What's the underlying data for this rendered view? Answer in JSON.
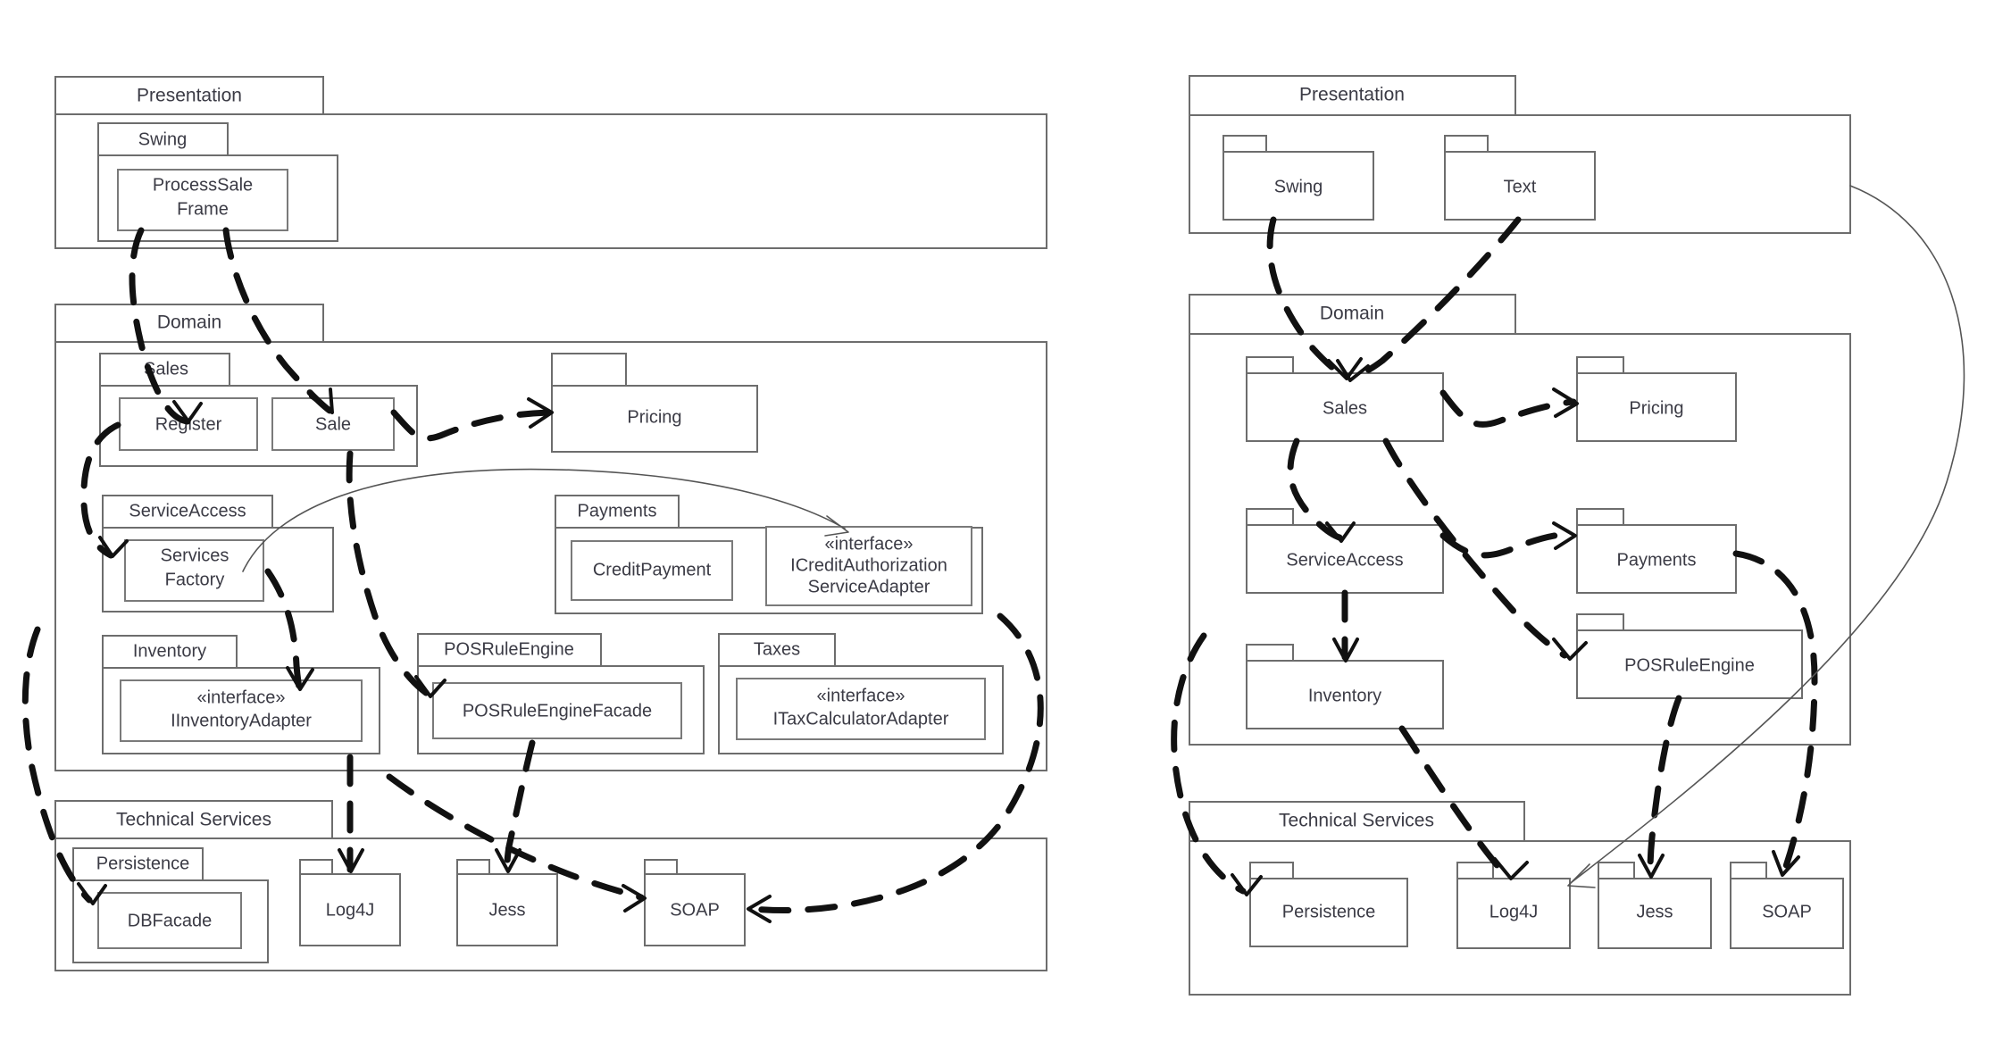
{
  "diagram": {
    "title": "Layered package diagram of a POS system (two notations)",
    "type": "uml-package-diagram",
    "colors": {
      "background": "#ffffff",
      "package_stroke": "#6d6d6d",
      "class_stroke": "#7a7a7a",
      "text": "#3b3b45",
      "dependency_bold": "#111111",
      "dependency_thin": "#555555"
    }
  },
  "left_diagram": {
    "name": "detailed-view",
    "packages": [
      {
        "id": "presentation",
        "label": "Presentation",
        "children": [
          {
            "id": "swing",
            "label": "Swing",
            "classes": [
              {
                "id": "processsaleframe",
                "label": "ProcessSale\nFrame",
                "line1": "ProcessSale",
                "line2": "Frame"
              }
            ]
          }
        ]
      },
      {
        "id": "domain",
        "label": "Domain",
        "children": [
          {
            "id": "sales",
            "label": "Sales",
            "classes": [
              {
                "id": "register",
                "label": "Register"
              },
              {
                "id": "sale",
                "label": "Sale"
              }
            ]
          },
          {
            "id": "pricing",
            "label": "Pricing",
            "classes": []
          },
          {
            "id": "serviceaccess",
            "label": "ServiceAccess",
            "classes": [
              {
                "id": "servicesfactory",
                "line1": "Services",
                "line2": "Factory"
              }
            ]
          },
          {
            "id": "payments",
            "label": "Payments",
            "classes": [
              {
                "id": "creditpayment",
                "label": "CreditPayment"
              },
              {
                "id": "icreditauth",
                "stereotype": "«interface»",
                "line1": "ICreditAuthorization",
                "line2": "ServiceAdapter"
              }
            ]
          },
          {
            "id": "inventory",
            "label": "Inventory",
            "classes": [
              {
                "id": "iinventoryadapter",
                "stereotype": "«interface»",
                "line1": "IInventoryAdapter"
              }
            ]
          },
          {
            "id": "posruleengine",
            "label": "POSRuleEngine",
            "classes": [
              {
                "id": "posruleenginefacade",
                "label": "POSRuleEngineFacade"
              }
            ]
          },
          {
            "id": "taxes",
            "label": "Taxes",
            "classes": [
              {
                "id": "itaxcalculatoradapter",
                "stereotype": "«interface»",
                "line1": "ITaxCalculatorAdapter"
              }
            ]
          }
        ]
      },
      {
        "id": "techservices",
        "label": "Technical Services",
        "children": [
          {
            "id": "persistence",
            "label": "Persistence",
            "classes": [
              {
                "id": "dbfacade",
                "label": "DBFacade"
              }
            ]
          },
          {
            "id": "log4j",
            "label": "Log4J",
            "classes": []
          },
          {
            "id": "jess",
            "label": "Jess",
            "classes": []
          },
          {
            "id": "soap",
            "label": "SOAP",
            "classes": []
          }
        ]
      }
    ],
    "dependencies": [
      {
        "from": "processsaleframe",
        "to": "register"
      },
      {
        "from": "processsaleframe",
        "to": "sale"
      },
      {
        "from": "sale",
        "to": "pricing"
      },
      {
        "from": "register",
        "to": "servicesfactory"
      },
      {
        "from": "servicesfactory",
        "to": "iinventoryadapter"
      },
      {
        "from": "sale",
        "to": "posruleenginefacade"
      },
      {
        "from": "iinventoryadapter",
        "to": "log4j"
      },
      {
        "from": "posruleenginefacade",
        "to": "jess"
      },
      {
        "from": "sale",
        "to": "soap"
      },
      {
        "from": "register",
        "to": "dbfacade"
      },
      {
        "from": "taxes",
        "to": "soap"
      },
      {
        "from": "servicesfactory",
        "to": "icreditauth",
        "style": "thin"
      }
    ]
  },
  "right_diagram": {
    "name": "package-only-view",
    "packages": [
      {
        "id": "r-presentation",
        "label": "Presentation",
        "children": [
          {
            "id": "r-swing",
            "label": "Swing"
          },
          {
            "id": "r-text",
            "label": "Text"
          }
        ]
      },
      {
        "id": "r-domain",
        "label": "Domain",
        "children": [
          {
            "id": "r-sales",
            "label": "Sales"
          },
          {
            "id": "r-pricing",
            "label": "Pricing"
          },
          {
            "id": "r-serviceaccess",
            "label": "ServiceAccess"
          },
          {
            "id": "r-payments",
            "label": "Payments"
          },
          {
            "id": "r-posruleengine",
            "label": "POSRuleEngine"
          },
          {
            "id": "r-inventory",
            "label": "Inventory"
          }
        ]
      },
      {
        "id": "r-techservices",
        "label": "Technical Services",
        "children": [
          {
            "id": "r-persistence",
            "label": "Persistence"
          },
          {
            "id": "r-log4j",
            "label": "Log4J"
          },
          {
            "id": "r-jess",
            "label": "Jess"
          },
          {
            "id": "r-soap",
            "label": "SOAP"
          }
        ]
      }
    ],
    "dependencies": [
      {
        "from": "r-swing",
        "to": "r-sales"
      },
      {
        "from": "r-text",
        "to": "r-sales"
      },
      {
        "from": "r-sales",
        "to": "r-pricing"
      },
      {
        "from": "r-sales",
        "to": "r-serviceaccess"
      },
      {
        "from": "r-sales",
        "to": "r-posruleengine"
      },
      {
        "from": "r-serviceaccess",
        "to": "r-inventory"
      },
      {
        "from": "r-serviceaccess",
        "to": "r-payments"
      },
      {
        "from": "r-inventory",
        "to": "r-log4j"
      },
      {
        "from": "r-posruleengine",
        "to": "r-jess"
      },
      {
        "from": "r-payments",
        "to": "r-soap"
      },
      {
        "from": "r-persistence",
        "to": "r-persistence"
      },
      {
        "from": "r-presentation",
        "to": "r-log4j",
        "style": "thin"
      }
    ]
  }
}
